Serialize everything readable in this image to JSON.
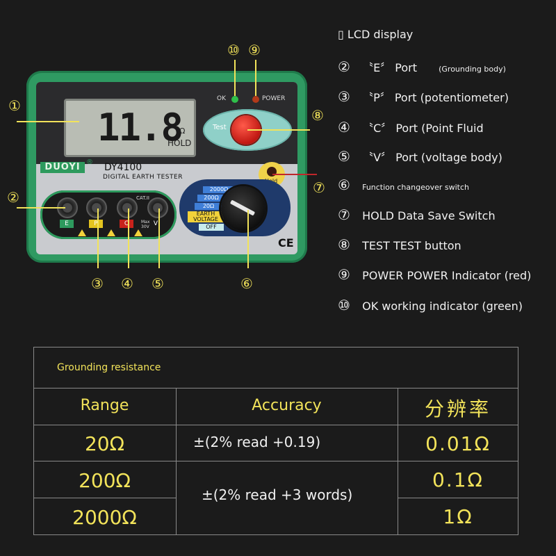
{
  "device": {
    "lcd_value": "11.8",
    "lcd_unit": "Ω",
    "lcd_hold": "HOLD",
    "brand": "DUOYI",
    "brand_reg": "®",
    "model": "DY4100",
    "subtitle": "DIGITAL EARTH TESTER",
    "ok_label": "OK",
    "power_label": "POWER",
    "test_label": "Test",
    "hold_label": "Hold",
    "cat_label": "CAT.II",
    "max_label": "Max 30V",
    "port_tags": [
      "E",
      "P",
      "C",
      "V"
    ],
    "range_labels": [
      "2000Ω",
      "200Ω",
      "20Ω",
      "EARTH VOLTAGE",
      "OFF"
    ],
    "ce": "CE"
  },
  "callouts": [
    "①",
    "②",
    "③",
    "④",
    "⑤",
    "⑥",
    "⑦",
    "⑧",
    "⑨",
    "⑩"
  ],
  "legend": [
    {
      "num": "▯",
      "text": "LCD display"
    },
    {
      "num": "②",
      "text": "〝E〞 Port",
      "extra": "(Grounding body)"
    },
    {
      "num": "③",
      "text": "〝P〞 Port (potentiometer)"
    },
    {
      "num": "④",
      "text": "〝C〞 Port (Point Fluid"
    },
    {
      "num": "⑤",
      "text": "〝V〞 Port (voltage body)"
    },
    {
      "num": "⑥",
      "text": "Function changeover switch"
    },
    {
      "num": "⑦",
      "text": "HOLD Data Save Switch"
    },
    {
      "num": "⑧",
      "text": "TEST TEST button"
    },
    {
      "num": "⑨",
      "text": "POWER POWER Indicator (red)"
    },
    {
      "num": "⑩",
      "text": "OK working indicator (green)"
    }
  ],
  "table": {
    "title": "Grounding resistance",
    "headers": [
      "Range",
      "Accuracy",
      "分辨率"
    ],
    "rows": [
      {
        "range": "20Ω",
        "accuracy": "±(2% read +0.19)",
        "resolution": "0.01Ω"
      },
      {
        "range": "200Ω",
        "accuracy": "±(2% read +3 words)",
        "resolution": "0.1Ω"
      },
      {
        "range": "2000Ω",
        "accuracy": "",
        "resolution": "1Ω"
      }
    ]
  },
  "colors": {
    "accent": "#f2e35a",
    "device_green": "#2f9a62",
    "test_button": "#d8241a",
    "background": "#1b1b1b"
  }
}
